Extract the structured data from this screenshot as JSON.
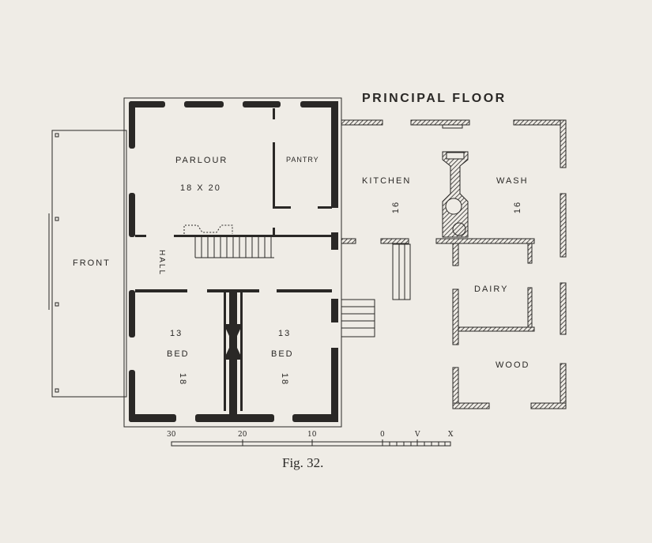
{
  "title": "PRINCIPAL FLOOR",
  "rooms": {
    "parlour": {
      "name": "PARLOUR",
      "size": "18 X 20"
    },
    "pantry": {
      "name": "PANTRY"
    },
    "kitchen": {
      "name": "KITCHEN",
      "size": "16"
    },
    "wash": {
      "name": "WASH",
      "size": "16"
    },
    "hall": {
      "name": "HALL"
    },
    "front": {
      "name": "FRONT"
    },
    "dairy": {
      "name": "DAIRY"
    },
    "wood": {
      "name": "WOOD"
    },
    "bed_left": {
      "width": "13",
      "name": "BED",
      "length": "18"
    },
    "bed_right": {
      "width": "13",
      "name": "BED",
      "length": "18"
    }
  },
  "scale": {
    "labels": [
      "30",
      "20",
      "10",
      "0",
      "V",
      "X"
    ]
  },
  "caption": "Fig. 32.",
  "colors": {
    "paper": "#efece6",
    "ink": "#2a2826"
  }
}
